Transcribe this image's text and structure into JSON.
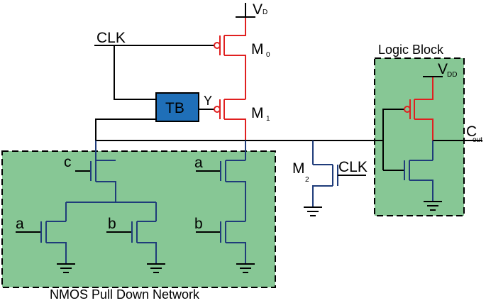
{
  "labels": {
    "clk_top": "CLK",
    "vd_top": "V",
    "vd_top_sub": "D",
    "m0": "M",
    "m0_sub": "0",
    "m1": "M",
    "m1_sub": "1",
    "tb": "TB",
    "y": "Y",
    "logic_block": "Logic Block",
    "vdd_logic": "V",
    "vdd_logic_sub": "DD",
    "cout": "C",
    "cout_sub": "out",
    "m2": "M",
    "m2_sub": "2",
    "clk_m2": "CLK",
    "pdn_c": "c",
    "pdn_a_left": "a",
    "pdn_b_mid": "b",
    "pdn_a_right": "a",
    "pdn_b_right": "b",
    "pdn_title": "NMOS Pull Down Network"
  },
  "colors": {
    "block_fill": "#87c795",
    "pmos_wire": "#e02020",
    "nmos_wire": "#1f3c7a",
    "tb_fill": "#1f6fb8"
  }
}
